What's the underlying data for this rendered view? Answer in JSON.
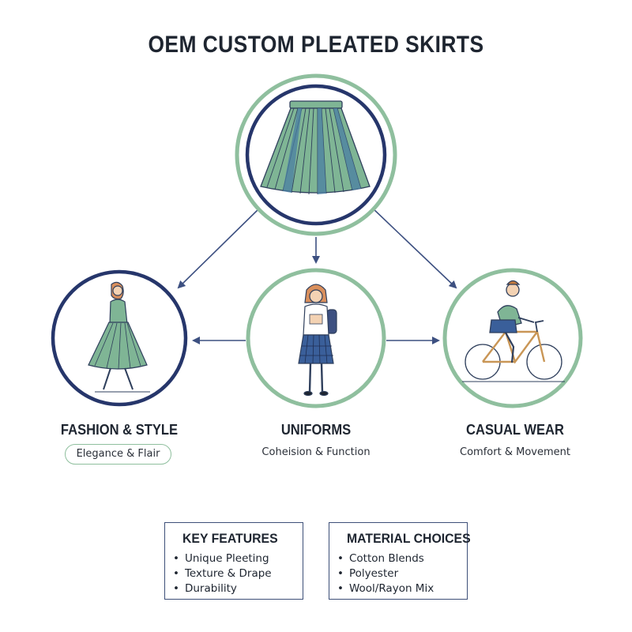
{
  "title": "OEM CUSTOM PLEATED SKIRTS",
  "colors": {
    "navy": "#26366b",
    "sage_green": "#8fbf9e",
    "skirt_green": "#7fb595",
    "skirt_blue": "#4a7fa3",
    "arrow": "#3d5081"
  },
  "center_image": {
    "icon": "pleated-skirt-icon"
  },
  "categories": [
    {
      "icon": "woman-walking-in-skirt-icon",
      "title": "FASHION & STYLE",
      "subtitle": "Elegance & Flair"
    },
    {
      "icon": "schoolgirl-uniform-icon",
      "title": "UNIFORMS",
      "subtitle": "Coheision & Function"
    },
    {
      "icon": "person-on-bicycle-icon",
      "title": "CASUAL WEAR",
      "subtitle": "Comfort & Movement"
    }
  ],
  "key_features": {
    "title": "KEY FEATURES",
    "items": [
      "Unique Pleeting",
      "Texture & Drape",
      "Durability"
    ]
  },
  "material_choices": {
    "title": "MATERIAL CHOICES",
    "items": [
      "Cotton Blends",
      "Polyester",
      "Wool/Rayon Mix"
    ]
  }
}
